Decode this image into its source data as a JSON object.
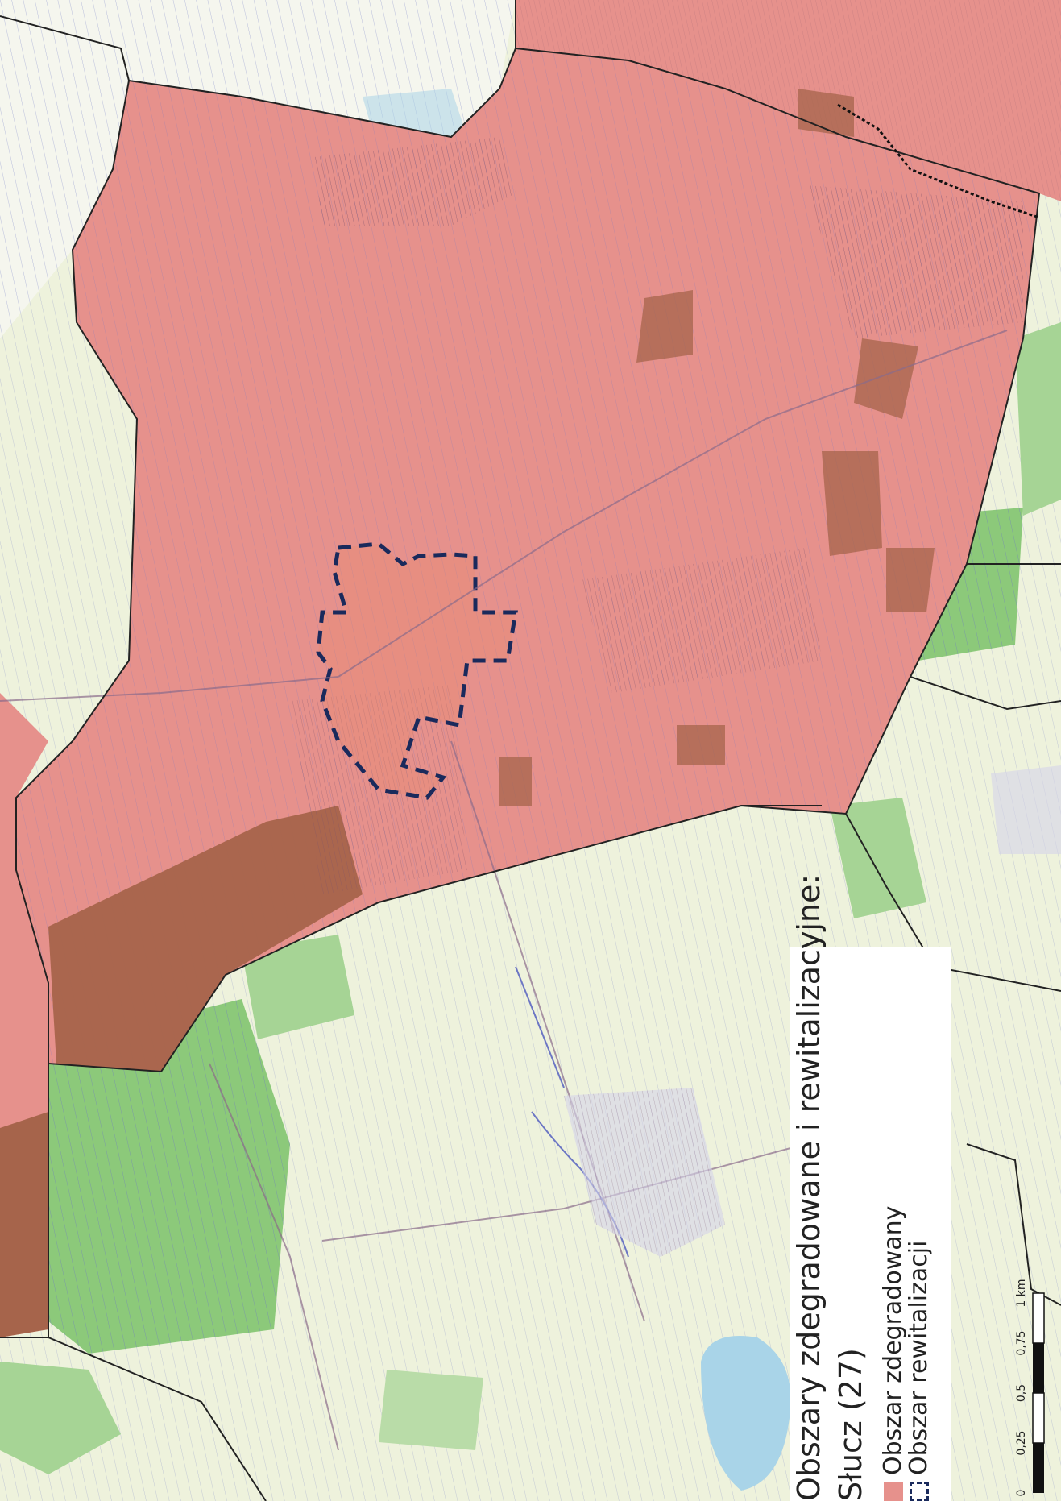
{
  "legend": {
    "title_line1": "Obszary zdegradowane i rewitalizacyjne:",
    "title_line2": "Słucz (27)",
    "items": [
      {
        "label": "Obszar zdegradowany",
        "color": "#e6918c"
      },
      {
        "label": "Obszar rewitalizacji",
        "color": "#1a2a5c"
      }
    ],
    "scale": {
      "labels": [
        "0",
        "0,25",
        "0,5",
        "0,75",
        "1 km"
      ]
    }
  },
  "colors": {
    "degraded_fill": "#e6918c",
    "degraded_dark": "#a6644b",
    "farmland": "#eef2dc",
    "forest": "#8cc97a",
    "water": "#a9d4e8",
    "parcel_lines": "#6c76c4",
    "boundary": "#222222",
    "revitalization_outline": "#1a2a5c"
  }
}
